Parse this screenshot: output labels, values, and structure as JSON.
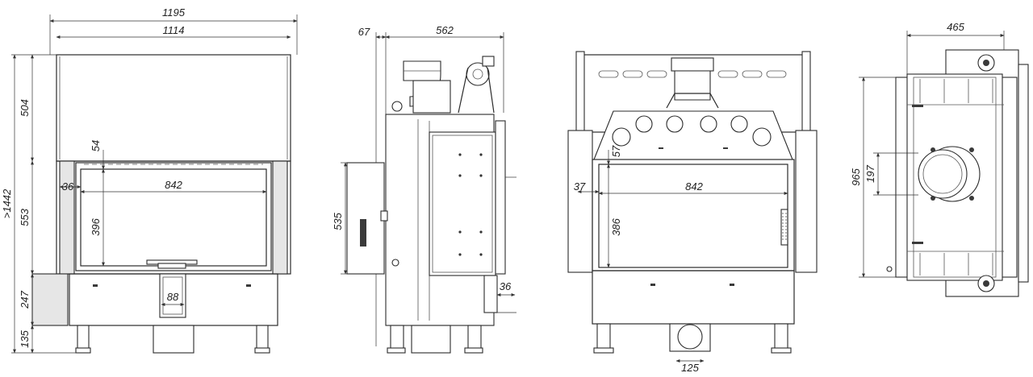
{
  "dimensions": {
    "front": {
      "overall_width": "1195",
      "inner_width": "1114",
      "total_height": ">1442",
      "upper_height": "504",
      "middle_height": "553",
      "lower_height": "247",
      "leg_height": "135",
      "glass_top_offset": "54",
      "glass_side_offset": "36",
      "glass_width": "842",
      "glass_height": "396",
      "outlet_width": "88"
    },
    "side": {
      "offset": "67",
      "depth": "562",
      "panel_height": "535",
      "bottom_offset": "36"
    },
    "front_variant": {
      "glass_top_offset": "57",
      "glass_side_offset": "37",
      "glass_width": "842",
      "glass_height": "386",
      "air_inlet_diameter": "125"
    },
    "top": {
      "width": "465",
      "depth": "965",
      "flue_diameter": "197"
    }
  }
}
